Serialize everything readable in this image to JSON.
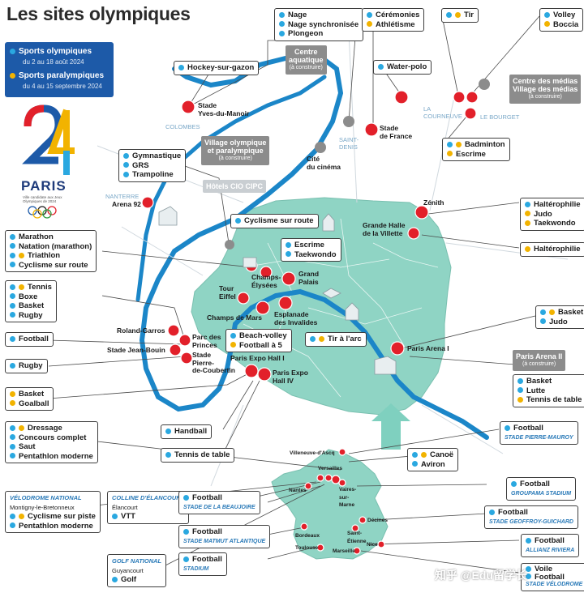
{
  "title": "Les sites olympiques",
  "legend": {
    "olympic": {
      "label": "Sports olympiques",
      "dates": "du 2 au 18 août 2024",
      "color": "#2aa8e0"
    },
    "paralympic": {
      "label": "Sports paralympiques",
      "dates": "du 4 au 15 septembre 2024",
      "color": "#f2b300"
    }
  },
  "logo": {
    "text": "PARIS",
    "subtitle": "Ville candidate aux Jeux Olympiques de 2024"
  },
  "boxes": {
    "nage": [
      "Nage",
      "Nage synchronisée",
      "Plongeon"
    ],
    "ceremonies": [
      "Cérémonies",
      "Athlétisme"
    ],
    "tir_top": [
      "Tir"
    ],
    "volley_top": [
      "Volley",
      "Boccia"
    ],
    "hockey": [
      "Hockey-sur-gazon"
    ],
    "waterpolo": [
      "Water-polo"
    ],
    "gymnastique": [
      "Gymnastique",
      "GRS",
      "Trampoline"
    ],
    "badminton": [
      "Badminton",
      "Escrime"
    ],
    "cyclisme_route": [
      "Cyclisme sur route"
    ],
    "halterophilie1": [
      "Haltérophilie",
      "Judo",
      "Taekwondo"
    ],
    "halterophilie2": [
      "Haltérophilie"
    ],
    "marathon": [
      "Marathon",
      "Natation (marathon)",
      "Triathlon",
      "Cyclisme sur route"
    ],
    "escrime": [
      "Escrime",
      "Taekwondo"
    ],
    "tennis": [
      "Tennis",
      "Boxe",
      "Basket",
      "Rugby"
    ],
    "basket_judo": [
      "Basket",
      "Judo"
    ],
    "football_left": [
      "Football"
    ],
    "beach": [
      "Beach-volley",
      "Football à 5"
    ],
    "tirarc": [
      "Tir à l'arc"
    ],
    "rugby": [
      "Rugby"
    ],
    "parisarena2": [
      "Basket",
      "Lutte",
      "Tennis de table"
    ],
    "basket_goal": [
      "Basket",
      "Goalball"
    ],
    "dressage": [
      "Dressage",
      "Concours complet",
      "Saut",
      "Pentathlon moderne"
    ],
    "handball": [
      "Handball"
    ],
    "tennis_table": [
      "Tennis de table"
    ],
    "canoe": [
      "Canoë",
      "Aviron"
    ],
    "velodrome": {
      "venue": "VÉLODROME NATIONAL",
      "place": "Montigny-le-Bretonneux",
      "sports": [
        "Cyclisme sur piste",
        "Pentathlon moderne"
      ]
    },
    "elancourt": {
      "venue": "COLLINE D'ÉLANCOURT",
      "place": "Élancourt",
      "sports": [
        "VTT"
      ]
    },
    "golf": {
      "venue": "GOLF NATIONAL",
      "place": "Guyancourt",
      "sports": [
        "Golf"
      ]
    },
    "foot_beaujoire": {
      "sport": "Football",
      "stadium": "STADE DE LA BEAUJOIRE"
    },
    "foot_matmut": {
      "sport": "Football",
      "stadium": "STADE MATMUT ATLANTIQUE"
    },
    "foot_stadium": {
      "sport": "Football",
      "stadium": "STADIUM"
    },
    "foot_pierre": {
      "sport": "Football",
      "stadium": "STADE PIERRE-MAUROY"
    },
    "foot_groupama": {
      "sport": "Football",
      "stadium": "GROUPAMA STADIUM"
    },
    "foot_geoffroy": {
      "sport": "Football",
      "stadium": "STADE GEOFFROY-GUICHARD"
    },
    "foot_allianz": {
      "sport": "Football",
      "stadium": "ALLIANZ RIVIERA"
    },
    "foot_velodrome": {
      "sports": [
        "Voile",
        "Football"
      ],
      "stadium": "STADE VÉLODROME"
    }
  },
  "grey_boxes": {
    "centre_aquatique": {
      "lines": [
        "Centre",
        "aquatique"
      ],
      "note": "(à construire)"
    },
    "centre_medias": {
      "lines": [
        "Centre des médias",
        "Village des médias"
      ],
      "note": "(à construire)"
    },
    "village": {
      "lines": [
        "Village olympique",
        "et paralympique"
      ],
      "note": "(à construire)"
    },
    "paris_arena2": {
      "lines": [
        "Paris Arena II"
      ],
      "note": "(à construire)"
    },
    "hotels": {
      "text": "Hôtels CIO CIPC"
    }
  },
  "venue_labels": {
    "yves": "Stade\nYves-du-Manoir",
    "stade_france": "Stade\nde France",
    "cite_cinema": "Cité\ndu cinéma",
    "arena92": "Arena 92",
    "zenith": "Zénith",
    "villette": "Grande Halle\nde la Villette",
    "champs": "Champs-\nÉlysées",
    "grand_palais": "Grand\nPalais",
    "tour_eiffel": "Tour\nEiffel",
    "champ_mars": "Champs de Mars",
    "invalides": "Esplanade\ndes Invalides",
    "roland": "Roland-Garros",
    "parc_princes": "Parc des\nPrinces",
    "jean_bouin": "Stade Jean-Bouin",
    "coubertin": "Stade\nPierre-\nde-Coubertin",
    "expo1": "Paris Expo Hall I",
    "expo4": "Paris Expo\nHall IV",
    "arena1": "Paris Arena I",
    "villeneuve": "Villeneuve-d'Ascq",
    "versailles": "Versailles",
    "vaires": "Vaires-\nsur-\nMarne",
    "nantes": "Nantes",
    "decines": "Décines",
    "st_etienne": "Saint-\nÉtienne",
    "bordeaux": "Bordeaux",
    "toulouse": "Toulouse",
    "nice": "Nice",
    "marseille": "Marseille"
  },
  "towns": {
    "colombes": "COLOMBES",
    "nanterre": "NANTERRE",
    "saint_denis": "SAINT-\nDENIS",
    "courneuve": "LA\nCOURNEUVE",
    "bourget": "LE BOURGET"
  },
  "watermark": "知乎 @Edu留学长",
  "colors": {
    "paris": "#8fd4c4",
    "seine": "#1b86c8",
    "venue": "#e2202a",
    "grey": "#8c8c8c"
  }
}
